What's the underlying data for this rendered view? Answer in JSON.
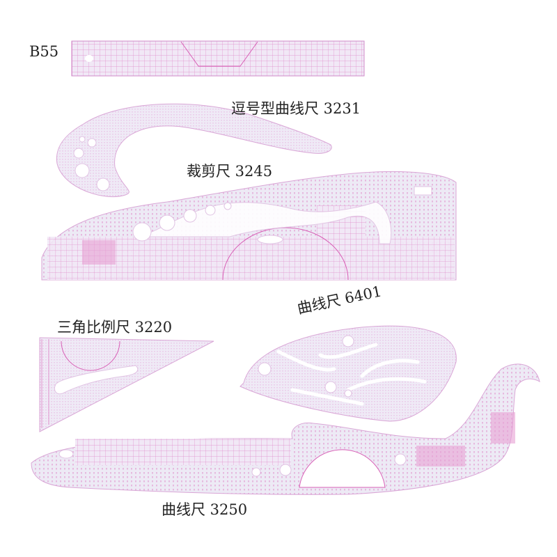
{
  "labels": {
    "b55": "B55",
    "comma_curve": "逗号型曲线尺 3231",
    "cutting": "裁剪尺 3245",
    "triangle": "三角比例尺 3220",
    "curve_6401": "曲线尺 6401",
    "curve_3250": "曲线尺 3250"
  },
  "colors": {
    "ruler_fill": "#eeeaf6",
    "ruler_edge": "#d9a6d6",
    "marking": "#d63fa4"
  }
}
